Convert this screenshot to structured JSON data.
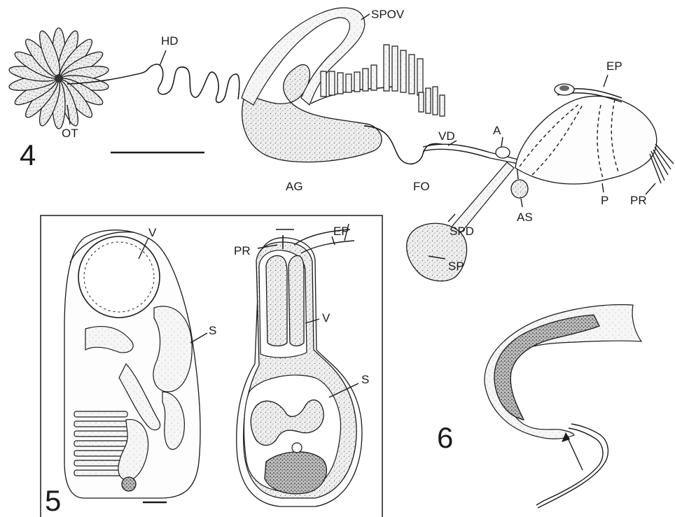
{
  "figures": {
    "fig4": {
      "number": "4",
      "labels": {
        "ot": "OT",
        "hd": "HD",
        "spov": "SPOV",
        "ag": "AG",
        "fo": "FO",
        "vd": "VD",
        "a": "A",
        "as": "AS",
        "spd": "SPD",
        "sp": "SP",
        "p": "P",
        "pr": "PR",
        "ep": "EP"
      }
    },
    "fig5": {
      "number": "5",
      "labels": {
        "v_left": "V",
        "s_left": "S",
        "pr": "PR",
        "ep": "EP",
        "v_right": "V",
        "s_right": "S"
      }
    },
    "fig6": {
      "number": "6"
    }
  },
  "colors": {
    "ink": "#1a1a1a",
    "paper": "#ffffff",
    "stipple": "#9a9a9a"
  }
}
